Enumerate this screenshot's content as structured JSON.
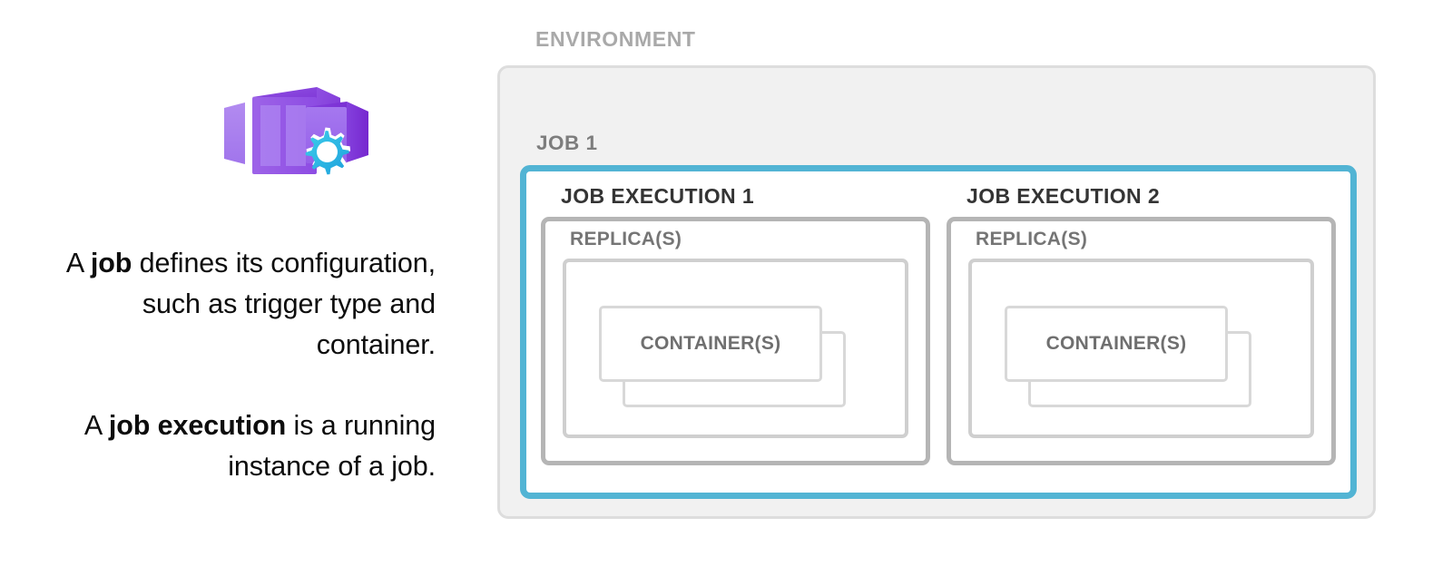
{
  "left": {
    "icon_name": "container-apps-jobs-icon",
    "description": [
      {
        "pre": "A ",
        "bold": "job",
        "post": " defines its configuration, such as trigger type and container."
      },
      {
        "pre": "A ",
        "bold": "job execution",
        "post": " is a running instance of a job."
      }
    ]
  },
  "diagram": {
    "environment_label": "ENVIRONMENT",
    "job_label": "JOB 1",
    "replica_label": "REPLICA(S)",
    "container_label": "CONTAINER(S)",
    "executions": [
      {
        "label": "JOB EXECUTION 1",
        "replica_label": "REPLICA(S)",
        "container_label": "CONTAINER(S)"
      },
      {
        "label": "JOB EXECUTION 2",
        "replica_label": "REPLICA(S)",
        "container_label": "CONTAINER(S)"
      }
    ]
  },
  "colors": {
    "job_accent_blue": "#52b4d4",
    "environment_fill": "#f1f1f1",
    "environment_border": "#dddddd",
    "execution_border": "#b5b5b5",
    "replica_border": "#cfcfcf",
    "container_border": "#d8d8d8",
    "env_label_gray": "#a9a9a9",
    "job_label_gray": "#7d7d7d",
    "exec_label_dark": "#343434",
    "replica_label_gray": "#757575",
    "icon_purple_light": "#a97ded",
    "icon_purple_mid": "#9b5ce6",
    "icon_purple_dark": "#7f35d6",
    "icon_gear_cyan": "#32c5e8",
    "icon_gear_cyan_dark": "#24a6dd"
  }
}
